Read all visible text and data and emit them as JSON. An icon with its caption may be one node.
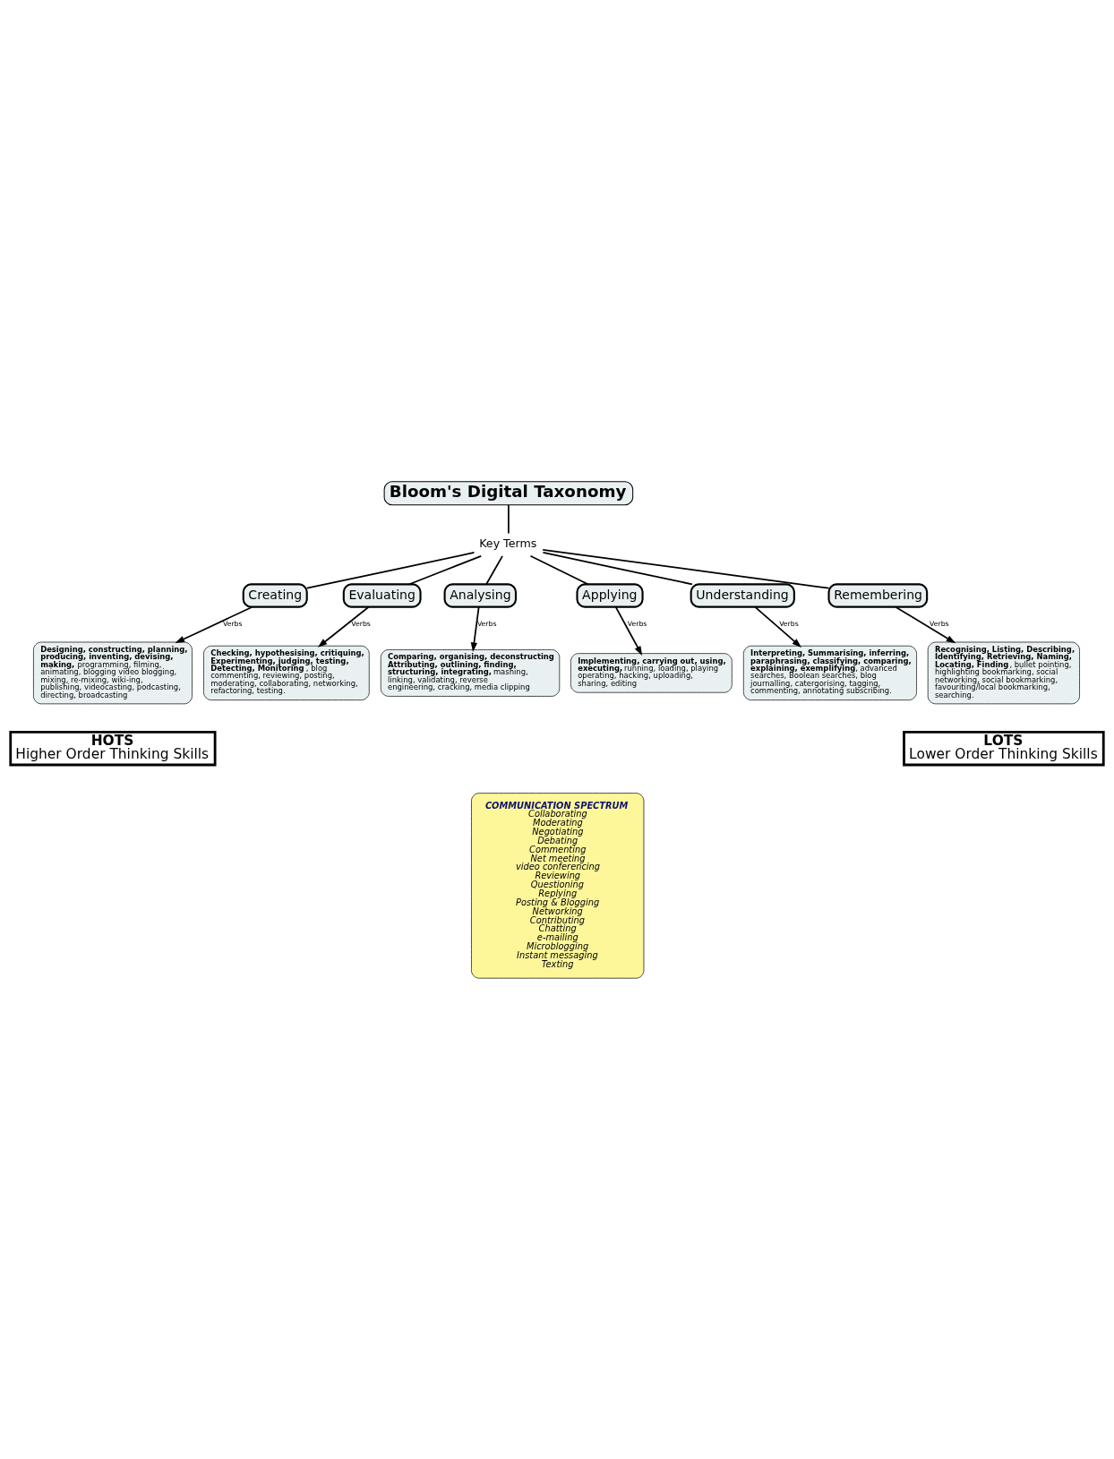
{
  "diagram": {
    "nodes": [
      {
        "text": [
          "Bloom's Digital Taxonomy"
        ]
      },
      {
        "text": [
          "Key Terms"
        ]
      },
      {
        "text": [
          "Creating"
        ]
      },
      {
        "text": [
          "Evaluating"
        ]
      },
      {
        "text": [
          "Analysing"
        ]
      },
      {
        "text": [
          "Applying"
        ]
      },
      {
        "text": [
          "Understanding"
        ]
      },
      {
        "text": [
          "Remembering"
        ]
      },
      {
        "text": [
          "**Designing, constructing, planning, producing, inventing, devising, making,** programming, filming, animating, blogging video blogging, mixing, re-mixing, wiki-ing, publishing, videocasting, podcasting, directing, broadcasting"
        ]
      },
      {
        "text": [
          "**Checking, hypothesising, critiquing, Experimenting, judging, testing, Detecting, Monitoring**, blog commenting, reviewing, posting, moderating, collaborating, networking, refactoring, testing."
        ]
      },
      {
        "text": [
          "**Comparing, organising, deconstructing Attributing, outlining, finding, structuring, integrating,** mashing, linking, validating, reverse engineering, cracking, media clipping"
        ]
      },
      {
        "text": [
          "**Implementing, carrying out, using, executing,** running, loading, playing operating, hacking, uploading, sharing, editing"
        ]
      },
      {
        "text": [
          "**Interpreting, Summarising, inferring, paraphrasing, classifying, comparing, explaining, exemplifying**, advanced searches, Boolean searches, blog journalling, catergorising, tagging, commenting, annotating subscribing."
        ]
      },
      {
        "text": [
          "**Recognising, Listing, Describing, Identifying, Retrieving, Naming, Locating, Finding**, bullet pointing, highlighting bookmarking, social networking, social bookmarking, favouriting/local bookmarking, searching."
        ]
      },
      {
        "text": [
          "HOTS",
          "Higher Order Thinking Skills"
        ]
      },
      {
        "text": [
          "LOTS",
          "Lower Order Thinking Skills"
        ]
      },
      {
        "text": [
          "COMMUNICATION SPECTRUM",
          "Collaborating",
          "Moderating",
          "Negotiating",
          "Debating",
          "Commenting",
          "Net meeting",
          "video conferencing",
          "Reviewing",
          "Questioning",
          "Replying",
          "Posting & Blogging",
          "Networking",
          "Contributing",
          "Chatting",
          "e-mailing",
          "Microblogging",
          "Instant messaging",
          "Texting"
        ]
      }
    ],
    "edges": [
      {
        "from": 0,
        "to": 1,
        "arrow": "none"
      },
      {
        "from": 1,
        "to": 2,
        "arrow": "none"
      },
      {
        "from": 1,
        "to": 3,
        "arrow": "none"
      },
      {
        "from": 1,
        "to": 4,
        "arrow": "none"
      },
      {
        "from": 1,
        "to": 5,
        "arrow": "none"
      },
      {
        "from": 1,
        "to": 6,
        "arrow": "none"
      },
      {
        "from": 1,
        "to": 7,
        "arrow": "none"
      },
      {
        "from": 2,
        "to": 8,
        "arrow": "to",
        "label": "Verbs"
      },
      {
        "from": 3,
        "to": 9,
        "arrow": "to",
        "label": "Verbs"
      },
      {
        "from": 4,
        "to": 10,
        "arrow": "to",
        "label": "Verbs"
      },
      {
        "from": 5,
        "to": 11,
        "arrow": "to",
        "label": "Verbs"
      },
      {
        "from": 6,
        "to": 12,
        "arrow": "to",
        "label": "Verbs"
      },
      {
        "from": 7,
        "to": 13,
        "arrow": "to",
        "label": "Verbs"
      }
    ]
  }
}
